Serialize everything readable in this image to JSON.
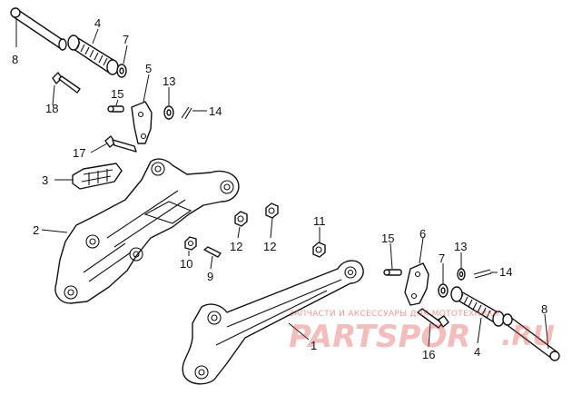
{
  "labels": {
    "l1": "1",
    "l2": "2",
    "l3": "3",
    "l4a": "4",
    "l4b": "4",
    "l5": "5",
    "l6": "6",
    "l7a": "7",
    "l7b": "7",
    "l8a": "8",
    "l8b": "8",
    "l9": "9",
    "l10": "10",
    "l11": "11",
    "l12a": "12",
    "l12b": "12",
    "l13a": "13",
    "l13b": "13",
    "l14a": "14",
    "l14b": "14",
    "l15a": "15",
    "l15b": "15",
    "l16": "16",
    "l17": "17",
    "l18": "18"
  },
  "watermark": {
    "tagline": "ЗАПЧАСТИ И АКСЕССУАРЫ ДЛЯ МОТОТЕХНИКИ",
    "brand": "PARTSPOR",
    "domain": ".RU"
  },
  "colors": {
    "ink": "#111111",
    "watermark": "#e0463f"
  }
}
